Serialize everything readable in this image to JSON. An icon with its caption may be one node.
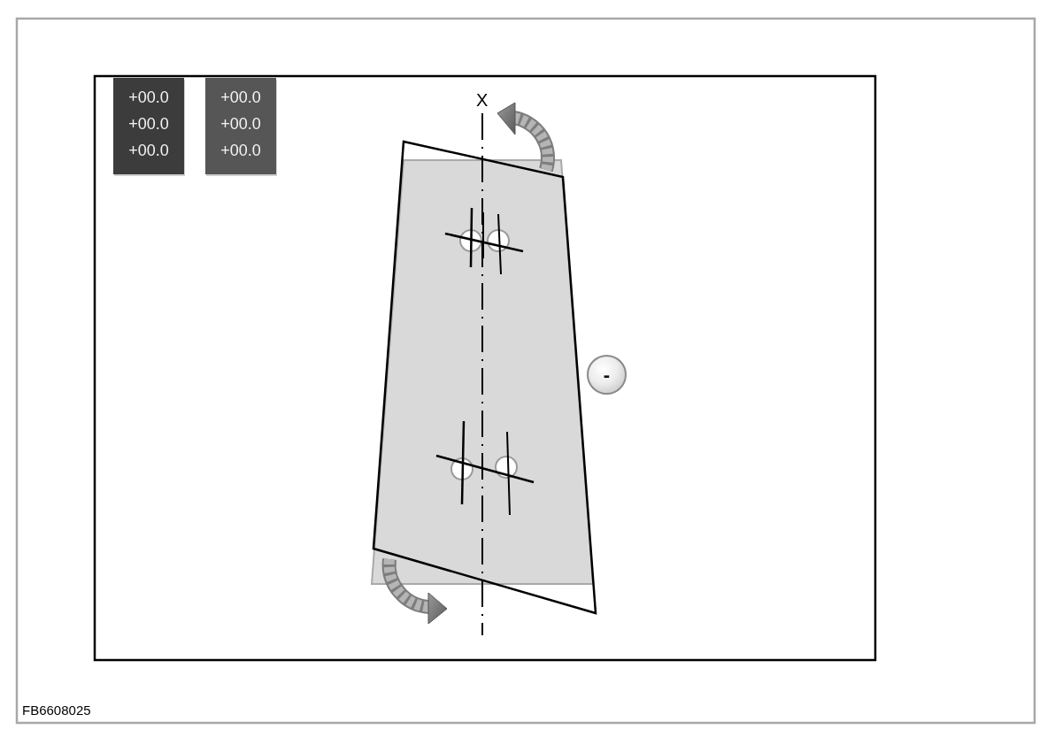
{
  "diagram": {
    "nodes": [
      {
        "text": [
          "+00.0",
          "+00.0",
          "+00.0"
        ]
      },
      {
        "text": [
          "+00.0",
          "+00.0",
          "+00.0"
        ]
      },
      {
        "text": [
          "-"
        ]
      }
    ],
    "labels": [
      "X",
      "FB6608025"
    ]
  }
}
